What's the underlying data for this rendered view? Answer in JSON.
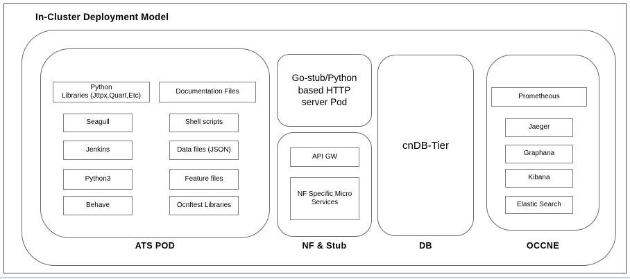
{
  "title": "In-Cluster Deployment Model",
  "sections": {
    "ats_pod": {
      "label": "ATS POD",
      "boxes_left": [
        "Python\nLibraries (Jttpx,Quart,Etc)",
        "Seagull",
        "Jenkins",
        "Python3",
        "Behave"
      ],
      "boxes_right": [
        "Documentation Files",
        "Shell scripts",
        "Data files (JSON)",
        "Feature files",
        "Ocnftest Libraries"
      ]
    },
    "nf_stub": {
      "label": "NF & Stub",
      "pod_text": "Go-stub/Python based HTTP server Pod",
      "boxes": [
        "API GW",
        "NF Specific Micro Services"
      ]
    },
    "db": {
      "label": "DB",
      "text": "cnDB-Tier"
    },
    "occne": {
      "label": "OCCNE",
      "boxes": [
        "Prometheous",
        "Jaeger",
        "Graphana",
        "Kibana",
        "Elastic Search"
      ]
    }
  },
  "colors": {
    "container_border": "#686868",
    "box_border": "#7f7f7f",
    "frame_border": "#4f4f4f",
    "bottom_edge": "#b9cfe2",
    "text": "#000000"
  }
}
